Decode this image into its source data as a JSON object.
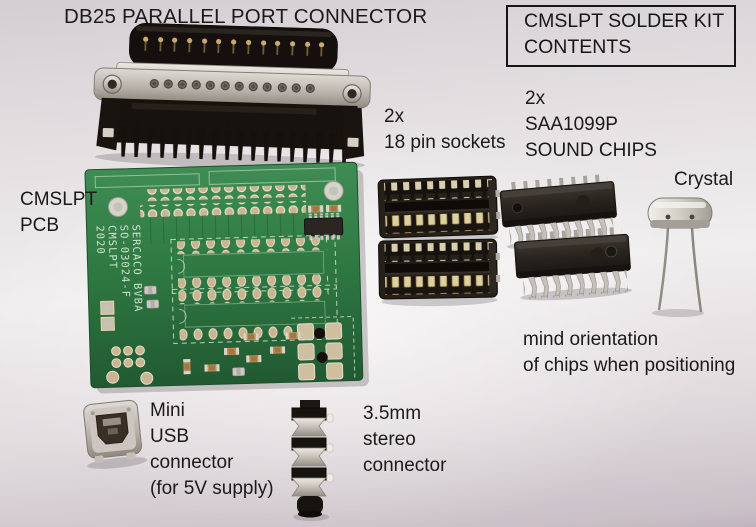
{
  "labels": {
    "db25_title": "DB25 PARALLEL PORT CONNECTOR",
    "kit_box": [
      "CMSLPT SOLDER KIT",
      "CONTENTS"
    ],
    "sockets": [
      "2x",
      "18 pin sockets"
    ],
    "sound_chips": [
      "2x",
      "SAA1099P",
      "SOUND CHIPS"
    ],
    "crystal": "Crystal",
    "pcb": [
      "CMSLPT",
      "PCB"
    ],
    "orientation_note": [
      "mind orientation",
      "of chips when positioning"
    ],
    "mini_usb": [
      "Mini",
      "USB",
      "connector",
      "(for 5V supply)"
    ],
    "stereo_jack": [
      "3.5mm",
      "stereo",
      "connector"
    ]
  },
  "pcb_silkscreen": [
    "2020",
    "CMSLPT",
    "SO-03024-F",
    "SERCACO BVBA"
  ],
  "colors": {
    "paper_light": "#f0eeef",
    "paper_shade": "#c9c0c6",
    "text": "#1a1a1a",
    "box_border": "#161616",
    "pcb_green": "#2f7a43",
    "pcb_pad_gold": "#c9b58f",
    "silkscreen_white": "#d6e8d6",
    "plastic_black": "#1b1713",
    "metal_silver": "#cfc9c2"
  }
}
